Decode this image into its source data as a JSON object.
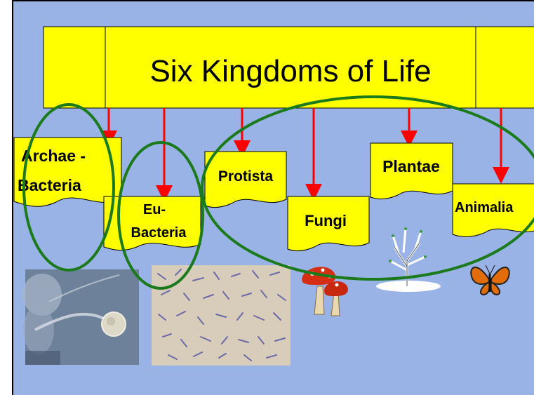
{
  "title": "Six Kingdoms of Life",
  "kingdoms": [
    {
      "line1": "Archae -",
      "line2": "Bacteria"
    },
    {
      "line1": "Eu-",
      "line2": "Bacteria"
    },
    {
      "line1": "Protista"
    },
    {
      "line1": "Fungi"
    },
    {
      "line1": "Plantae"
    },
    {
      "line1": "Animalia"
    }
  ],
  "colors": {
    "background": "#99b3e6",
    "box_fill": "#ffff00",
    "arrow": "#ff0000",
    "ellipse": "#1b7a1b"
  },
  "icons": [
    "archaea-micrograph",
    "bacteria-micrograph",
    "mushroom-icon",
    "tree-icon",
    "butterfly-icon"
  ]
}
